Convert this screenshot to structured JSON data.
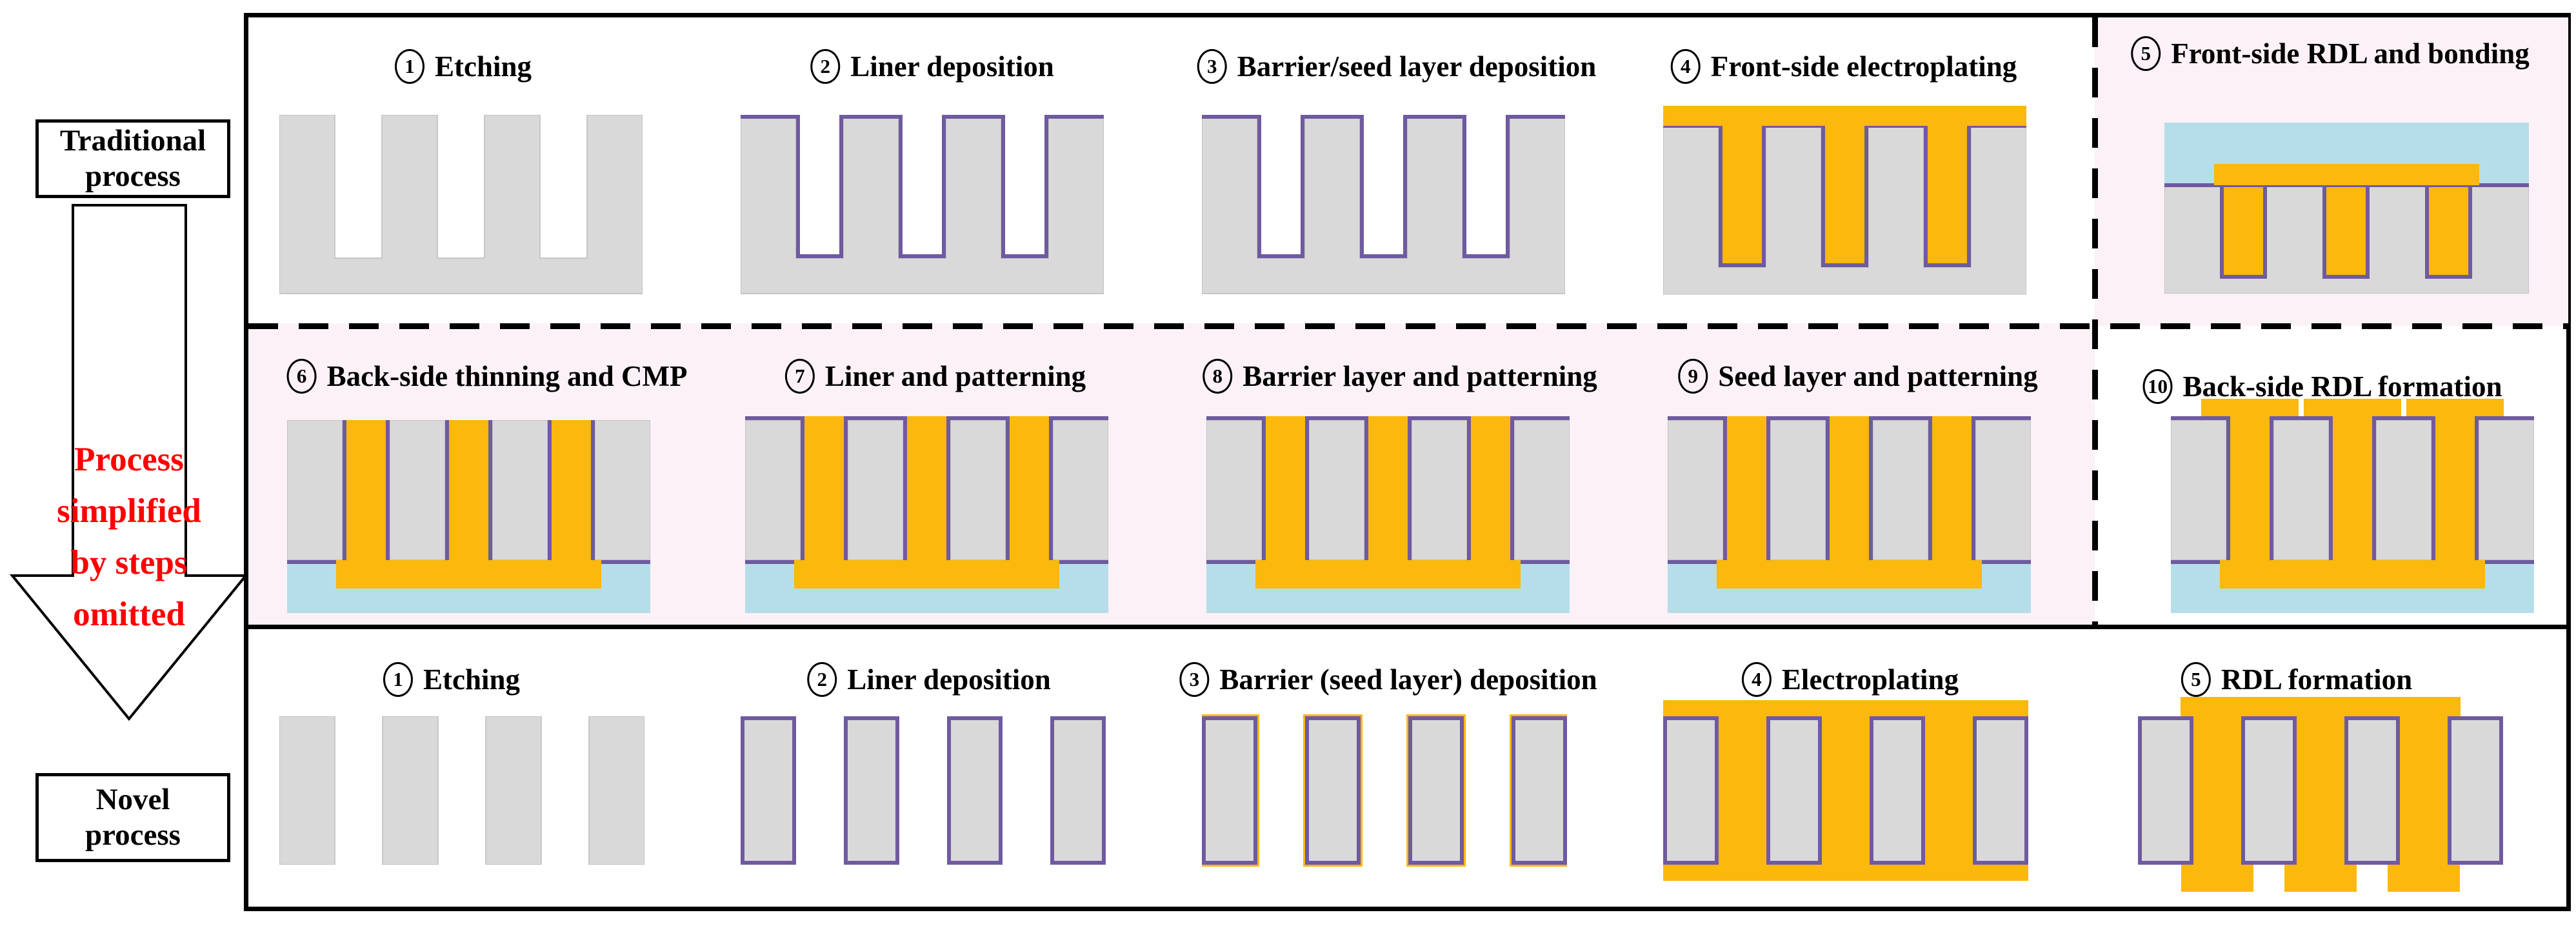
{
  "colors": {
    "copper": "#FBB80D",
    "substrate": "#D9D9D9",
    "liner": "#6F5AA0",
    "carrier": "#B6DEE9",
    "highlight": "#FBF1F6",
    "red": "#FF0000",
    "ink": "#000000"
  },
  "left_panel": {
    "traditional_box": {
      "line1": "Traditional",
      "line2": "process"
    },
    "novel_box": {
      "line1": "Novel",
      "line2": "process"
    },
    "arrow": {
      "line1": "Process",
      "line2": "simplified",
      "line3": "by steps",
      "line4": "omitted"
    }
  },
  "steps": {
    "t1": {
      "num": "1",
      "label": "Etching"
    },
    "t2": {
      "num": "2",
      "label": "Liner deposition"
    },
    "t3": {
      "num": "3",
      "label": "Barrier/seed layer deposition"
    },
    "t4": {
      "num": "4",
      "label": "Front-side electroplating"
    },
    "t5": {
      "num": "5",
      "label": "Front-side RDL and bonding"
    },
    "t6": {
      "num": "6",
      "label": "Back-side thinning and CMP"
    },
    "t7": {
      "num": "7",
      "label": "Liner and patterning"
    },
    "t8": {
      "num": "8",
      "label": "Barrier layer and patterning"
    },
    "t9": {
      "num": "9",
      "label": "Seed layer and patterning"
    },
    "t10": {
      "num": "10",
      "label": "Back-side RDL formation"
    },
    "n1": {
      "num": "1",
      "label": "Etching"
    },
    "n2": {
      "num": "2",
      "label": "Liner deposition"
    },
    "n3": {
      "num": "3",
      "label": "Barrier (seed layer) deposition"
    },
    "n4": {
      "num": "4",
      "label": "Electroplating"
    },
    "n5": {
      "num": "5",
      "label": "RDL formation"
    }
  }
}
